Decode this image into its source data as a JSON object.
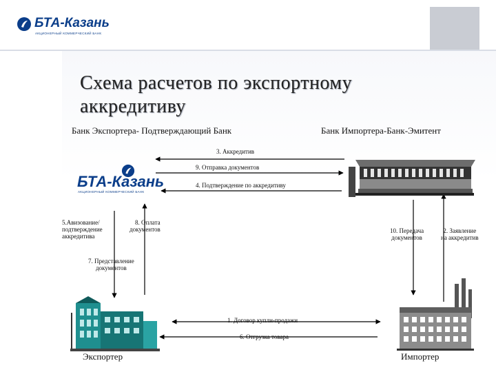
{
  "header": {
    "logo_text": "БТА-Казань",
    "logo_subtitle": "АКЦИОНЕРНЫЙ КОММЕРЧЕСКИЙ БАНК"
  },
  "title": {
    "line1": "Схема расчетов по экспортному",
    "line2": "аккредитиву"
  },
  "columns": {
    "left": "Банк Экспортера- Подтверждающий Банк",
    "right": "Банк Импортера-Банк-Эмитент"
  },
  "bank_logo": {
    "text": "БТА-Казань",
    "subtitle": "АКЦИОНЕРНЫЙ КОММЕРЧЕСКИЙ БАНК"
  },
  "steps": {
    "s1": "1. Договор купли-продажи",
    "s2_line1": "2. Заявление",
    "s2_line2": "на аккредитив",
    "s3": "3. Аккредитив",
    "s4": "4. Подтверждение по аккредитиву",
    "s5_line1": "5.Авизование/",
    "s5_line2": "подтверждение",
    "s5_line3": "аккредитива",
    "s6": "6. Отгрузка товара",
    "s7_line1": "7. Представление",
    "s7_line2": "документов",
    "s8_line1": "8. Оплата",
    "s8_line2": "документов",
    "s9": "9. Отправка документов",
    "s10_line1": "10. Передача",
    "s10_line2": "документов"
  },
  "parties": {
    "exporter": "Экспортер",
    "importer": "Импортер"
  },
  "colors": {
    "brand": "#0b3e8a",
    "exporter_building": "#1f8f8f",
    "arrow": "#000000"
  }
}
